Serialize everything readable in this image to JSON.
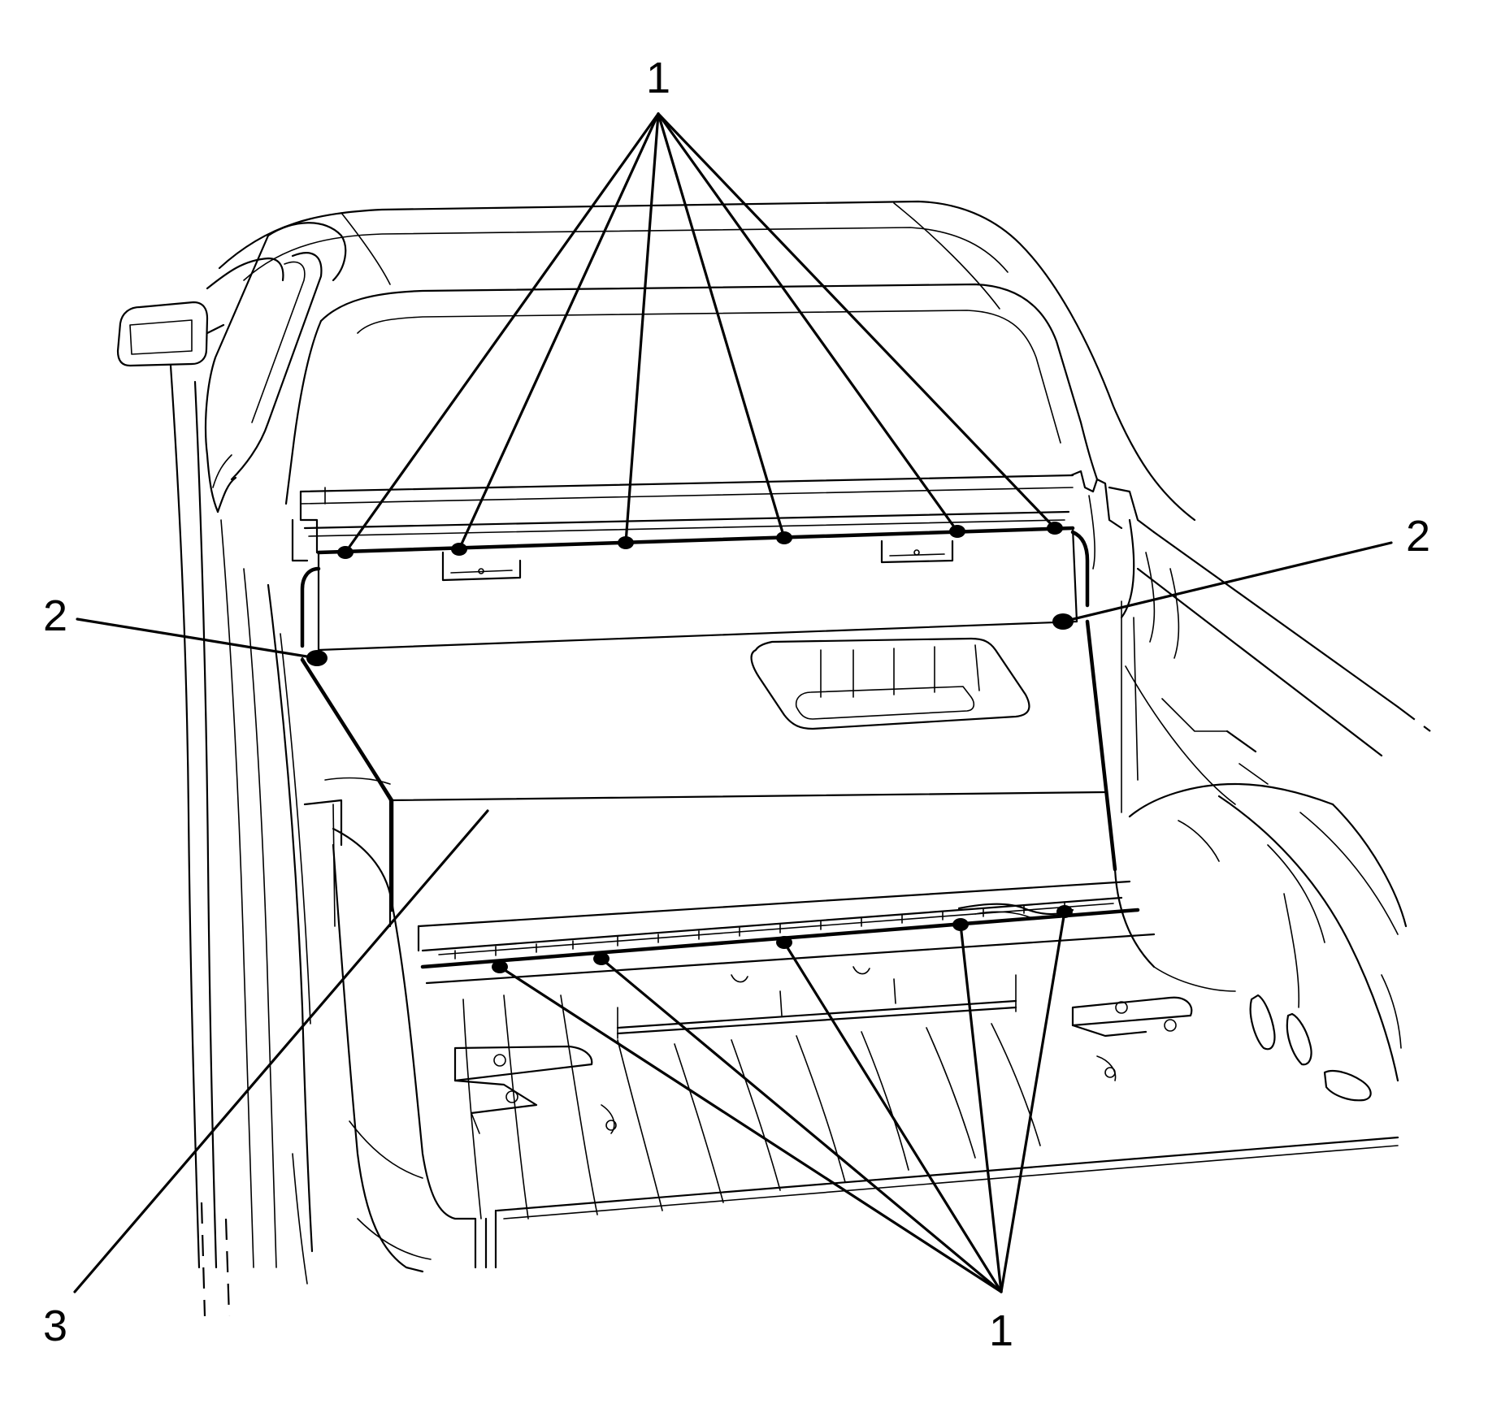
{
  "callouts": {
    "fasteners_top": "1",
    "fasteners_bottom": "1",
    "retainer_left": "2",
    "retainer_right": "2",
    "panel": "3"
  }
}
